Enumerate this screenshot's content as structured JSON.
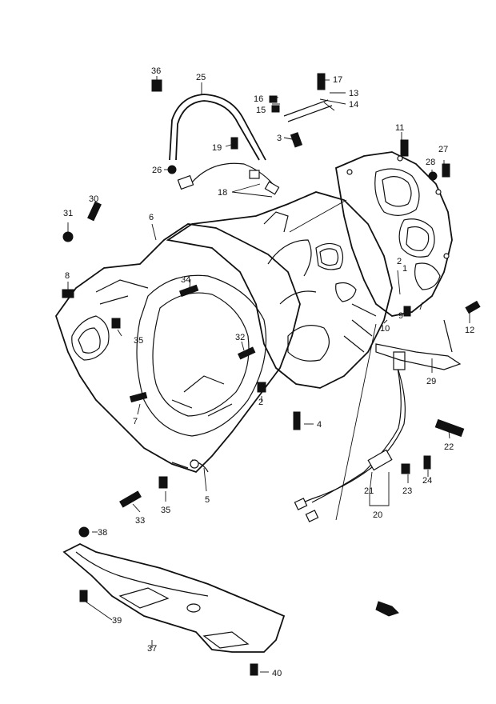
{
  "callouts": [
    "1",
    "2",
    "3",
    "4",
    "5",
    "6",
    "7",
    "8",
    "9",
    "10",
    "11",
    "12",
    "13",
    "14",
    "15",
    "16",
    "17",
    "18",
    "19",
    "20",
    "21",
    "22",
    "23",
    "24",
    "25",
    "26",
    "27",
    "28",
    "29",
    "30",
    "31",
    "32",
    "33",
    "34",
    "35",
    "36",
    "37",
    "38",
    "39",
    "40"
  ]
}
